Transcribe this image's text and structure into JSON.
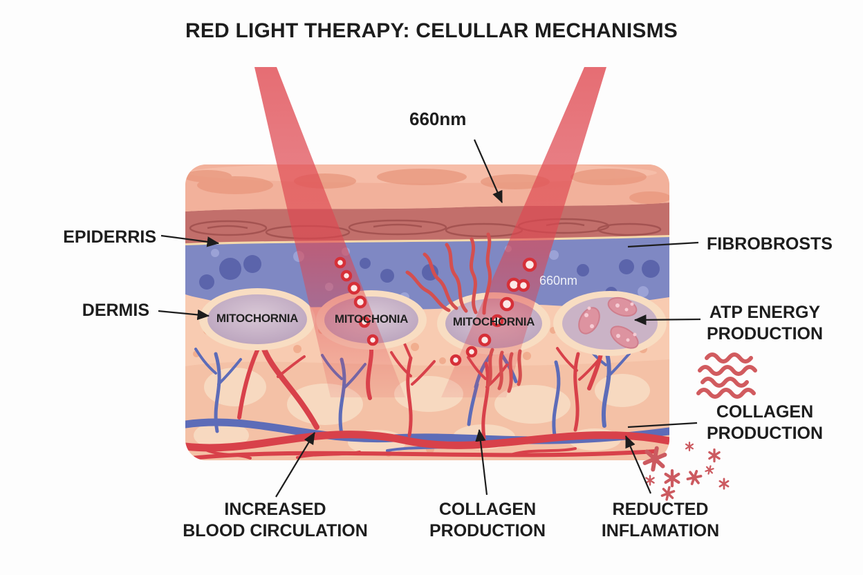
{
  "title": "RED LIGHT THERAPY: CELULLAR MECHANISMS",
  "beam": {
    "wavelength_label_top": "660nm",
    "wavelength_label_inner": "660nm"
  },
  "layer_labels": {
    "epidermis": "EPIDERRIS",
    "dermis": "DERMIS"
  },
  "right_labels": {
    "fibroblasts": "FIBROBROSTS",
    "atp_line1": "ATP ENERGY",
    "atp_line2": "PRODUCTION",
    "collagen_line1": "COLLAGEN",
    "collagen_line2": "PRODUCTION"
  },
  "bottom_labels": {
    "circulation_line1": "INCREASED",
    "circulation_line2": "BLOOD CIRCULATION",
    "collagen_line1": "COLLAGEN",
    "collagen_line2": "PRODUCTION",
    "inflammation_line1": "REDUCTED",
    "inflammation_line2": "INFLAMATION"
  },
  "organelles": {
    "mito1": "MITOCHORNIA",
    "mito2": "MITOCHONIA",
    "mito3": "MITOCHORNIA"
  },
  "icons": {
    "collagen_fibers": "wavy-lines-icon",
    "inflammation": "star-burst-icon",
    "photons": "red-ring-dots"
  },
  "colors": {
    "beam_red": "#e14e55",
    "skin_surface": "#f2b19b",
    "epidermis_band": "#c26f6b",
    "dermis_blue": "#7f88c3",
    "lower_dermis": "#f8cbb1",
    "vessel_red": "#d8414a",
    "vessel_blue": "#5d6cb8",
    "mitochondria_fill": "#bfa8c0",
    "label_text": "#1d1d1d"
  }
}
